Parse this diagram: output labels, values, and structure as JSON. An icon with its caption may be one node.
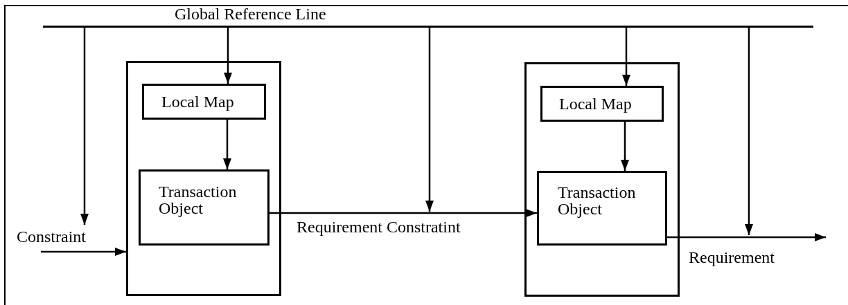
{
  "diagram": {
    "nodes": [
      {
        "text": [
          "Global Reference Line"
        ]
      },
      {
        "text": [],
        "shape": "box"
      },
      {
        "text": [
          "Local Map"
        ],
        "in": 1
      },
      {
        "text": [
          "Transaction Object"
        ],
        "in": 1
      },
      {
        "text": [],
        "shape": "box"
      },
      {
        "text": [
          "Local Map"
        ],
        "in": 4
      },
      {
        "text": [
          "Transaction Object"
        ],
        "in": 4
      }
    ],
    "edges": [
      {
        "from": 0,
        "to": null,
        "arrow": "to"
      },
      {
        "from": 0,
        "to": 2,
        "arrow": "to"
      },
      {
        "from": 2,
        "to": 3,
        "arrow": "to"
      },
      {
        "from": null,
        "to": 1,
        "arrow": "to",
        "label": "Constraint"
      },
      {
        "from": 3,
        "to": 6,
        "arrow": "to",
        "label": "Requirement Constratint"
      },
      {
        "from": 0,
        "to": null,
        "arrow": "to"
      },
      {
        "from": 0,
        "to": 5,
        "arrow": "to"
      },
      {
        "from": 5,
        "to": 6,
        "arrow": "to"
      },
      {
        "from": 6,
        "to": null,
        "arrow": "to",
        "label": "Requirement"
      },
      {
        "from": 0,
        "to": null,
        "arrow": "to"
      }
    ]
  }
}
